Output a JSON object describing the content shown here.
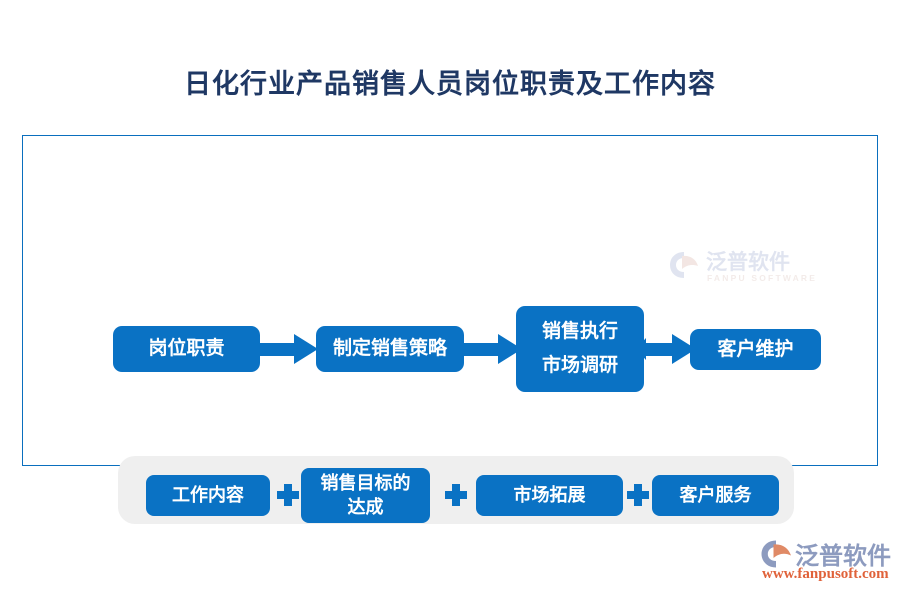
{
  "page": {
    "title": "日化行业产品销售人员岗位职责及工作内容",
    "accent_color": "#0a72c4",
    "title_color": "#1f3864",
    "strip_color": "#efefef",
    "panel_border_color": "#0a6fbe"
  },
  "flow": {
    "boxes": [
      {
        "id": "flow-box-1",
        "lines": [
          "岗位职责"
        ]
      },
      {
        "id": "flow-box-2",
        "lines": [
          "制定销售策略"
        ]
      },
      {
        "id": "flow-box-3",
        "lines": [
          "销售执行",
          "市场调研"
        ]
      },
      {
        "id": "flow-box-4",
        "lines": [
          "客户维护"
        ]
      }
    ],
    "connectors": [
      {
        "id": "arrow-1",
        "icon": "arrow-right-icon",
        "from": "岗位职责",
        "to": "制定销售策略"
      },
      {
        "id": "arrow-2",
        "icon": "arrow-right-icon",
        "from": "制定销售策略",
        "to": "销售执行 / 市场调研"
      },
      {
        "id": "arrow-3",
        "icon": "arrow-right-icon",
        "from": "销售执行 / 市场调研",
        "to": "客户维护"
      }
    ]
  },
  "content": {
    "boxes": [
      {
        "id": "content-box-1",
        "lines": [
          "工作内容"
        ]
      },
      {
        "id": "content-box-2",
        "lines": [
          "销售目标的",
          "达成"
        ]
      },
      {
        "id": "content-box-3",
        "lines": [
          "市场拓展"
        ]
      },
      {
        "id": "content-box-4",
        "lines": [
          "客户服务"
        ]
      }
    ],
    "separators": [
      "plus-icon",
      "plus-icon",
      "plus-icon"
    ]
  },
  "watermark": {
    "icon": "fanpu-logo-icon",
    "name_cn": "泛普软件",
    "name_en": "FANPU SOFTWARE"
  },
  "brand": {
    "icon": "fanpu-logo-icon",
    "name_cn": "泛普软件",
    "url": "www.fanpusoft.com"
  }
}
